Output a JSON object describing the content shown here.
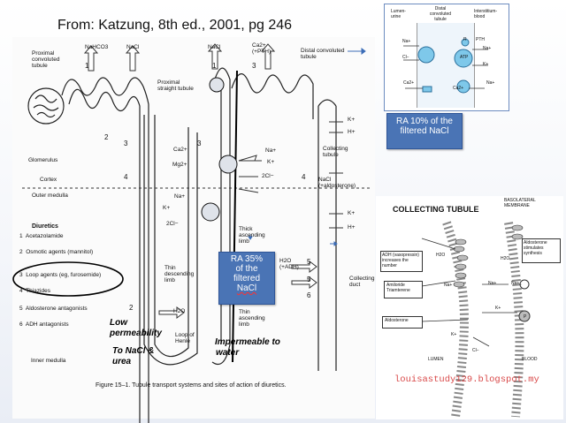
{
  "title": "From: Katzung, 8th ed., 2001, pg 246",
  "main_figure": {
    "caption": "Figure 15–1. Tubule transport systems and sites of action of diuretics.",
    "top_labels": {
      "proximal_convoluted": "Proximal convoluted tubule",
      "nahco3": "NaHCO3",
      "nacl1": "NaCl",
      "nacl2": "NaCl",
      "ca_pth": "Ca2+ (+PTH)",
      "distal": "Distal convoluted tubule",
      "proximal_straight": "Proximal straight tubule",
      "glomerulus": "Glomerulus",
      "cortex": "Cortex",
      "outer_medulla": "Outer medulla",
      "inner_medulla": "Inner medulla",
      "collecting_tubule": "Collecting tubule",
      "collecting_duct": "Collecting duct",
      "thin_desc": "Thin descending limb",
      "thick_asc": "Thick ascending limb",
      "thin_asc": "Thin ascending limb",
      "loop_henle": "Loop of Henle",
      "k1": "K+",
      "h1": "H+",
      "k2": "K+",
      "h2": "H+",
      "na": "Na+",
      "k_mid": "K+",
      "cl2": "2Cl−",
      "na_aldo": "NaCl (+aldosterone)",
      "ca": "Ca2+",
      "mg": "Mg2+",
      "na2": "Na+",
      "k3": "K+",
      "cl3": "2Cl−",
      "h2o_adh": "H2O (+ADH)",
      "h2o": "H2O"
    },
    "circle_nums": [
      "1",
      "2",
      "3",
      "3",
      "4",
      "4",
      "5",
      "5",
      "6",
      "2",
      "1",
      "3"
    ],
    "diuretics_heading": "Diuretics",
    "diuretics": [
      {
        "num": "1",
        "label": "Acetazolamide"
      },
      {
        "num": "2",
        "label": "Osmotic agents (mannitol)"
      },
      {
        "num": "3",
        "label": "Loop agents (eg, furosemide)"
      },
      {
        "num": "4",
        "label": "Thiazides"
      },
      {
        "num": "5",
        "label": "Aldosterone antagonists"
      },
      {
        "num": "6",
        "label": "ADH antagonists"
      }
    ]
  },
  "annotations": {
    "low_perm_1": "Low",
    "low_perm_2": "permeability",
    "to_nacl": "To NaCl &",
    "urea": "urea",
    "impermeable_1": "Impermeable to",
    "impermeable_2": "water"
  },
  "ra_boxes": {
    "ra35_a": "RA 35%",
    "ra35_b": "of the",
    "ra35_c": "filtered",
    "ra35_d": "NaCl",
    "ra10_a": "RA 10% of the",
    "ra10_b": "filtered NaCl"
  },
  "dct_inset": {
    "lumen": "Lumen-urine",
    "dct": "Distal convoluted tubule",
    "interstitium": "Interstitium-blood",
    "na1": "Na+",
    "cl": "Cl−",
    "r": "R",
    "pth": "PTH",
    "atp": "ATP",
    "na2": "Na+",
    "k": "K+",
    "ca1": "Ca2+",
    "ca2": "Ca2+",
    "na3": "Na+"
  },
  "collecting_inset": {
    "title": "COLLECTING TUBULE",
    "basolateral": "BASOLATERAL MEMBRANE",
    "adh": "ADH (vasopressin) increases the number",
    "amiloride": "Amiloride Triamterene",
    "aldosterone": "Aldosterone",
    "aldo_stim": "Aldosterone stimulates synthesis",
    "h2o1": "H2O",
    "h2o2": "H2O",
    "na1": "Na+",
    "na2": "Na+",
    "na3": "Na+",
    "k1": "K+",
    "k2": "K+",
    "cl": "Cl−",
    "p": "P",
    "lumen": "LUMEN",
    "blood": "BLOOD"
  },
  "credit": "louisastudy129.blogspot.my"
}
